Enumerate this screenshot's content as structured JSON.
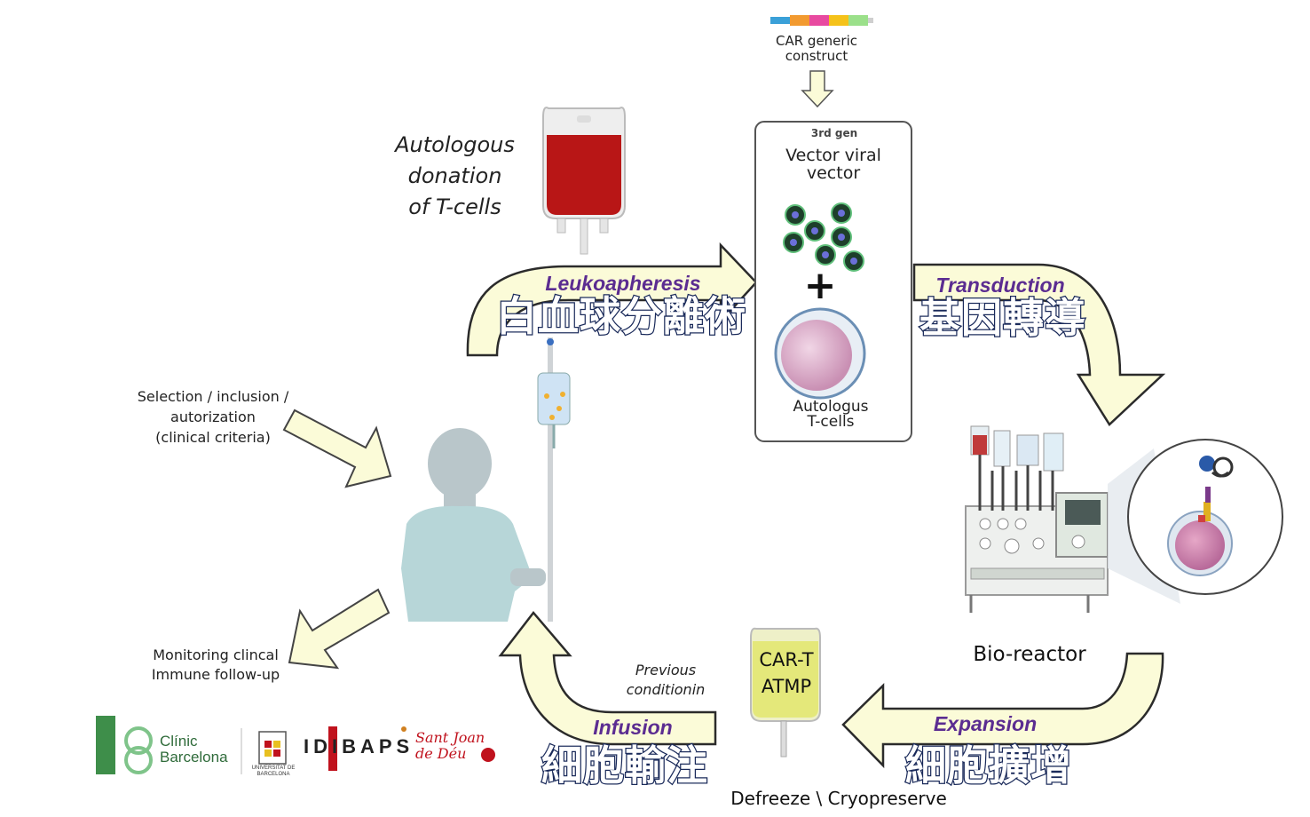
{
  "construct": {
    "label_line1": "CAR generic",
    "label_line2": "construct"
  },
  "donation": {
    "line1": "Autologous",
    "line2": "donation",
    "line3": "of T-cells"
  },
  "vector_box": {
    "gen_label": "3rd gen",
    "title_line1": "Vector viral",
    "title_line2": "vector",
    "plus": "+",
    "cell_line1": "Autologus",
    "cell_line2": "T-cells"
  },
  "steps": {
    "leukoapheresis": {
      "en": "Leukoapheresis",
      "zh": "白血球分離術"
    },
    "transduction": {
      "en": "Transduction",
      "zh": "基因轉導"
    },
    "expansion": {
      "en": "Expansion",
      "zh": "細胞擴增"
    },
    "infusion": {
      "en": "Infusion",
      "zh": "細胞輸注"
    }
  },
  "bioreactor": {
    "label": "Bio-reactor"
  },
  "cart_bag": {
    "line1": "CAR-T",
    "line2": "ATMP"
  },
  "cryo": {
    "label": "Defreeze \\ Cryopreserve"
  },
  "conditioning": {
    "line1": "Previous",
    "line2": "conditionin"
  },
  "selection": {
    "line1": "Selection / inclusion /",
    "line2": "autorization",
    "line3": "(clinical criteria)"
  },
  "monitoring": {
    "line1": "Monitoring clincal",
    "line2": "Immune follow-up"
  },
  "logos": {
    "clinic_line1": "Clínic",
    "clinic_line2": "Barcelona",
    "ub_line1": "UNIVERSITAT DE",
    "ub_line2": "BARCELONA",
    "idibaps": "IDIBAPS",
    "sjd_line1": "Sant Joan",
    "sjd_line2": "de Déu"
  },
  "colors": {
    "arrow_fill": "#fbfbd8",
    "arrow_stroke": "#2b2b2b",
    "step_label": "#5b2c91",
    "blood": "#c01818",
    "cell_pink": "#d9a7c4",
    "patient": "#b7cfd3",
    "logo_green": "#3e8e4a",
    "logo_red": "#c0121d"
  }
}
